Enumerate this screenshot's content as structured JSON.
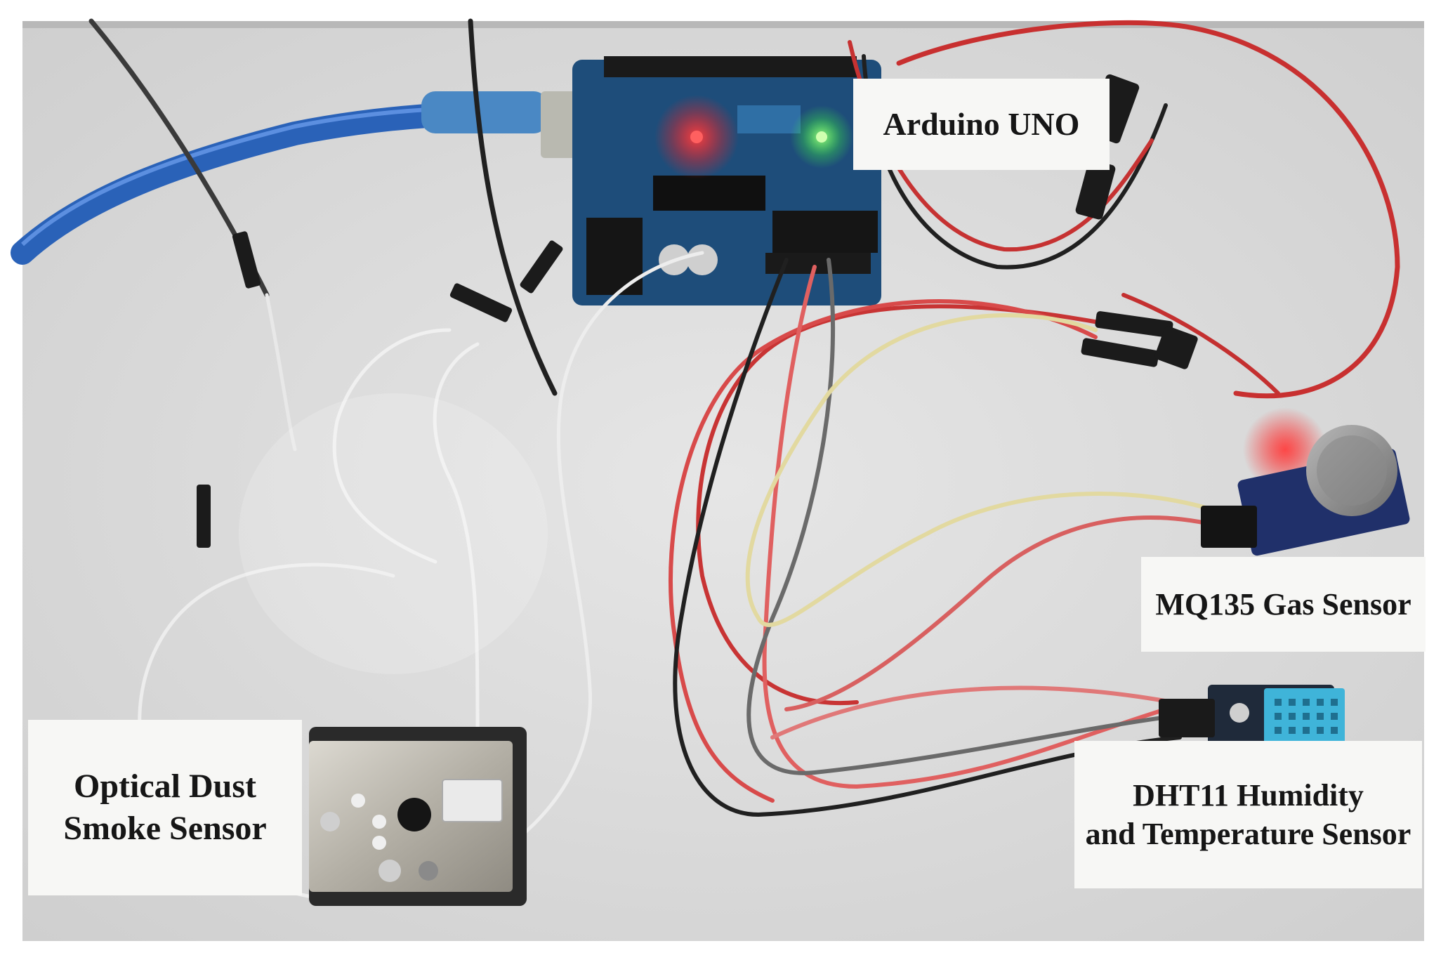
{
  "photo": {
    "labels": {
      "arduino": "Arduino UNO",
      "mq135": "MQ135 Gas Sensor",
      "dht11_line1": "DHT11 Humidity",
      "dht11_line2": "and Temperature Sensor",
      "dust_line1": "Optical Dust",
      "dust_line2": "Smoke Sensor"
    },
    "colors": {
      "background_board": "#dcdcdc",
      "usb_cable": "#2a62b8",
      "arduino_board": "#1e4d7a",
      "wire_red": "#d23a3a",
      "wire_black": "#202020",
      "wire_white": "#eeeeee",
      "wire_gray": "#707070",
      "led_red": "#ff3030",
      "led_green": "#40ff40",
      "dht11_housing": "#3fb4d9",
      "mq135_board": "#20306a",
      "dust_sensor_case": "#b9b6ae"
    }
  }
}
